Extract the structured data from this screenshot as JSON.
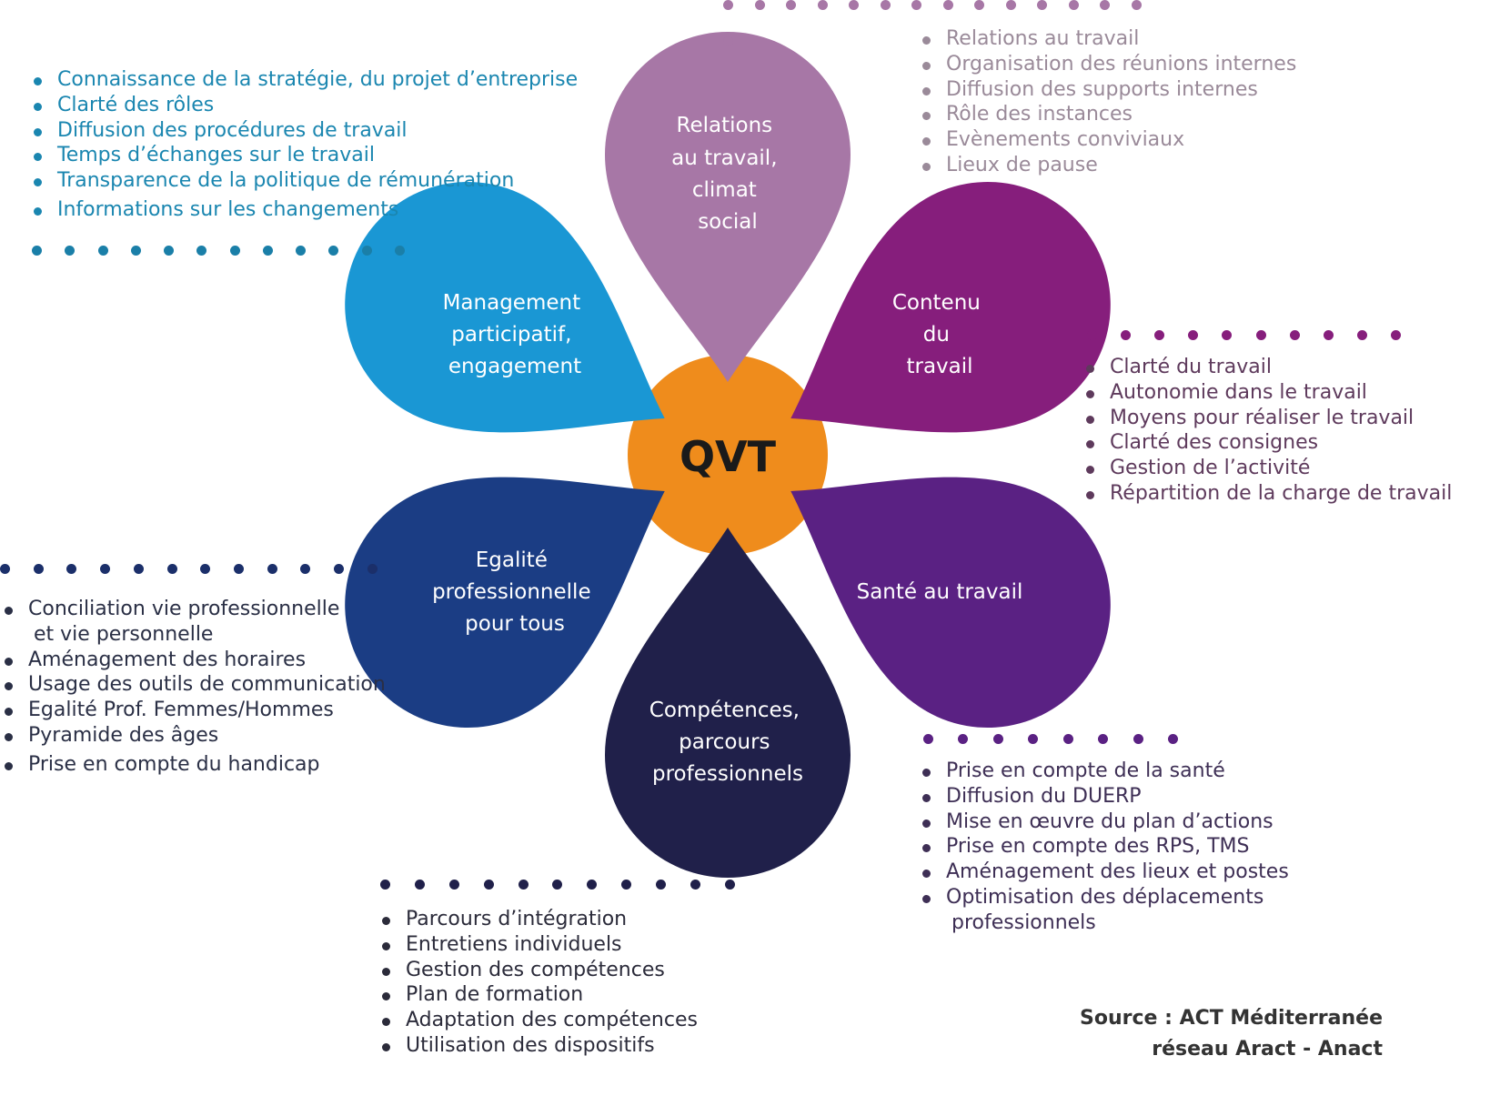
{
  "colors": {
    "center": "#ef8c1c",
    "relations": "#a777a6",
    "contenu": "#861e7c",
    "sante": "#5a2183",
    "competences": "#20204a",
    "egalite": "#1b3d84",
    "management": "#1a97d4"
  },
  "center": {
    "label": "QVT"
  },
  "petals": {
    "relations": {
      "lines": [
        "Relations",
        "au travail,",
        "climat",
        "social"
      ]
    },
    "contenu": {
      "lines": [
        "Contenu",
        "du",
        "travail"
      ]
    },
    "sante": {
      "lines": [
        "Santé au travail"
      ]
    },
    "competences": {
      "lines": [
        "Compétences,",
        "parcours",
        "professionnels"
      ]
    },
    "egalite": {
      "lines": [
        "Egalité",
        "professionnelle",
        "pour tous"
      ]
    },
    "management": {
      "lines": [
        "Management",
        "participatif,",
        "engagement"
      ]
    }
  },
  "lists": {
    "management": [
      "Connaissance de la stratégie, du projet d’entreprise",
      "Clarté des rôles",
      "Diffusion des procédures de travail",
      "Temps d’échanges sur le travail",
      "Transparence de la politique de rémunération",
      "Informations sur les changements"
    ],
    "relations": [
      "Relations au travail",
      "Organisation des réunions internes",
      "Diffusion des supports internes",
      "Rôle des instances",
      "Evènements conviviaux",
      "Lieux de pause"
    ],
    "contenu": [
      "Clarté du travail",
      "Autonomie dans le travail",
      "Moyens pour réaliser le travail",
      "Clarté des consignes",
      "Gestion de l’activité",
      "Répartition de la charge de travail"
    ],
    "egalite": [
      "Conciliation vie professionnelle",
      "et vie personnelle",
      "Aménagement des horaires",
      "Usage des outils de communication",
      "Egalité Prof. Femmes/Hommes",
      "Pyramide des âges",
      "Prise en compte du handicap"
    ],
    "sante": [
      "Prise en compte de la santé",
      "Diffusion du DUERP",
      "Mise en œuvre du plan d’actions",
      "Prise en compte des RPS, TMS",
      "Aménagement des lieux et postes",
      "Optimisation des déplacements",
      "professionnels"
    ],
    "competences": [
      "Parcours d’intégration",
      "Entretiens individuels",
      "Gestion des compétences",
      "Plan de formation",
      "Adaptation des compétences",
      "Utilisation des dispositifs"
    ]
  },
  "source": {
    "line1": "Source : ACT Méditerranée",
    "line2": "réseau Aract - Anact"
  }
}
